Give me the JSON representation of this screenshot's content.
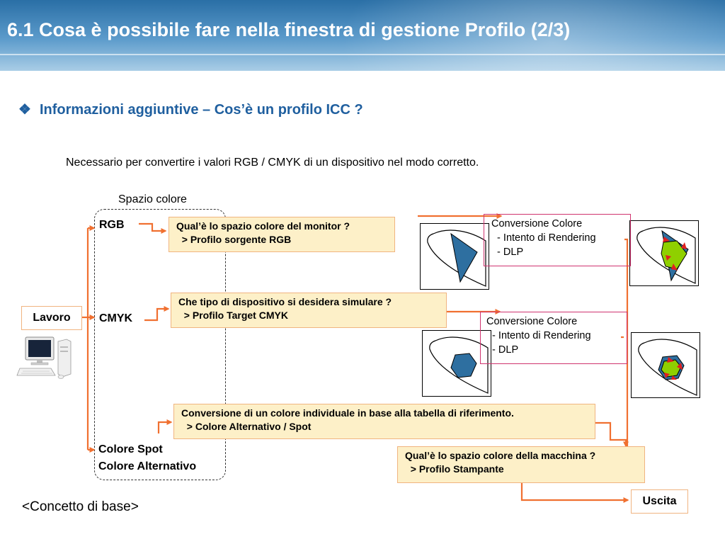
{
  "header": {
    "title": "6.1 Cosa è possibile fare nella finestra di gestione Profilo (2/3)"
  },
  "subtitle": {
    "bullet": "❖",
    "text": "Informazioni aggiuntive – Cos’è un profilo ICC ?"
  },
  "intro": "Necessario per convertire i valori RGB / CMYK di un dispositivo nel modo corretto.",
  "space_label": "Spazio colore",
  "inputs": {
    "rgb": "RGB",
    "cmyk": "CMYK",
    "spot_line1": "Colore Spot",
    "spot_line2": "Colore Alternativo"
  },
  "source": "Lavoro",
  "boxes": {
    "rgb_line1": "Qual’è lo spazio colore del monitor ?",
    "rgb_line2": "  > Profilo sorgente RGB",
    "cmyk_line1": "Che tipo di dispositivo si desidera simulare ?",
    "cmyk_line2": "  > Profilo Target CMYK",
    "spot_line1": "Conversione di un colore individuale in base alla tabella di riferimento.",
    "spot_line2": "  > Colore Alternativo / Spot",
    "printer_line1": "Qual’è lo spazio colore della macchina ?",
    "printer_line2": "  > Profilo Stampante"
  },
  "conversions": [
    {
      "title": "Conversione Colore",
      "item1": "  - Intento di Rendering",
      "item2": "  - DLP"
    },
    {
      "title": "Conversione Colore",
      "item1": "  - Intento di Rendering",
      "item2": "  - DLP"
    }
  ],
  "output": "Uscita",
  "footer": "<Concetto di base>",
  "colors": {
    "accent_blue": "#1f5f9f",
    "arrow_orange": "#f07030",
    "box_fill": "#fdf0c8",
    "box_border": "#f0b480",
    "conversion_border": "#d0336f",
    "gamut_blue": "#2e6fa0",
    "gamut_green": "#8fd000",
    "marker_red": "#e02020"
  }
}
